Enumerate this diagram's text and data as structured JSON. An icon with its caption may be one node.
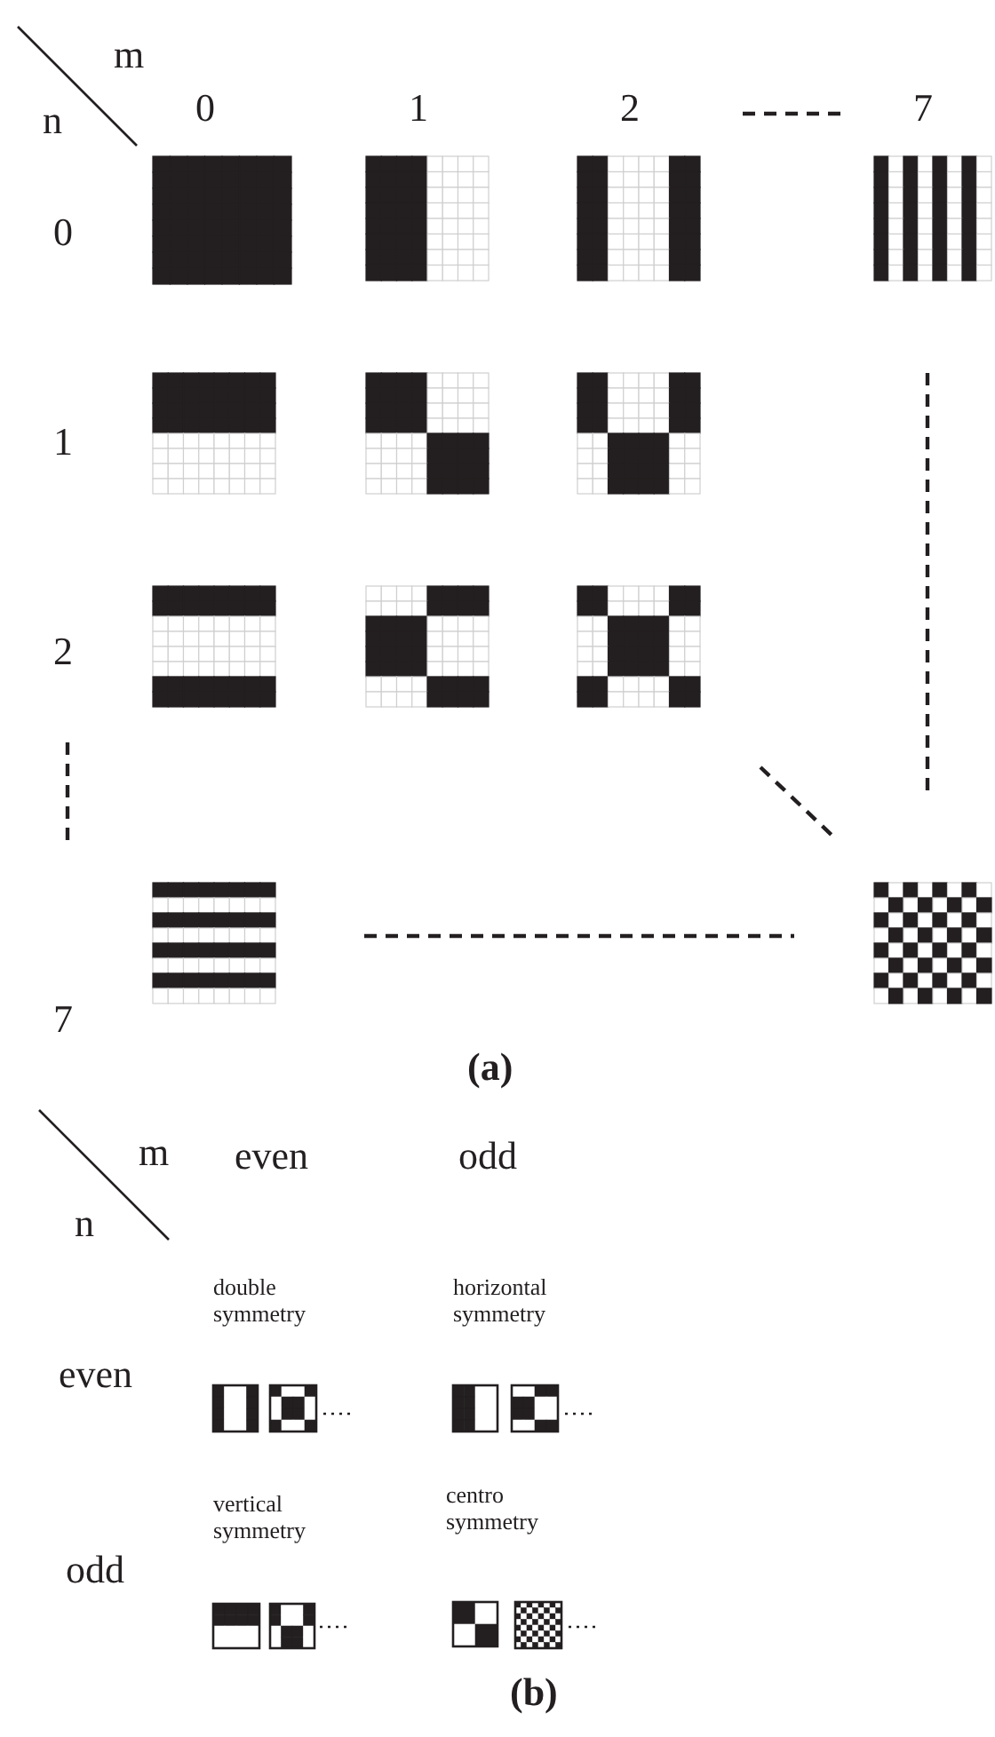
{
  "diagram": {
    "labels": [
      "m",
      "n",
      "0",
      "1",
      "2",
      "7",
      "0",
      "1",
      "2",
      "7",
      "(a)",
      "m",
      "even",
      "odd",
      "n",
      "even",
      "double symmetry",
      "horizontal symmetry",
      "odd",
      "vertical symmetry",
      "centro symmetry",
      "(b)"
    ]
  }
}
